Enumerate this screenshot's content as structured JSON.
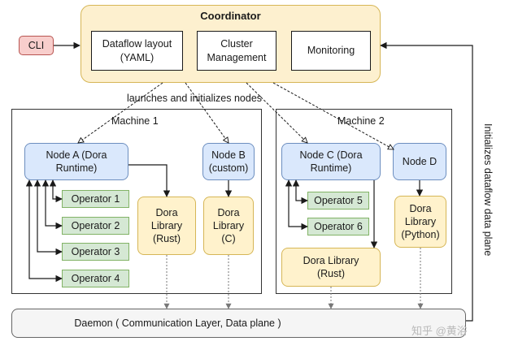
{
  "coordinator": {
    "title": "Coordinator",
    "dataflow_layout": "Dataflow layout (YAML)",
    "cluster_management": "Cluster Management",
    "monitoring": "Monitoring"
  },
  "cli": "CLI",
  "launch_label": "launches and initializes nodes",
  "side_label": "Initializes dataflow data plane",
  "machine1": {
    "label": "Machine 1",
    "node_a": "Node A (Dora Runtime)",
    "node_b": "Node B (custom)",
    "lib_rust": "Dora Library (Rust)",
    "lib_c": "Dora Library (C)",
    "operators": [
      "Operator 1",
      "Operator 2",
      "Operator 3",
      "Operator 4"
    ]
  },
  "machine2": {
    "label": "Machine 2",
    "node_c": "Node C (Dora Runtime)",
    "node_d": "Node D",
    "operators": [
      "Operator 5",
      "Operator 6"
    ],
    "lib_rust": "Dora Library (Rust)",
    "lib_python": "Dora Library (Python)"
  },
  "daemon": "Daemon ( Communication Layer, Data plane )",
  "watermark": "知乎 @黄浴",
  "colors": {
    "coordinator_fill": "#fdf0cf",
    "node_fill": "#dae8fc",
    "library_fill": "#fff2cc",
    "operator_fill": "#d5e8d4",
    "cli_fill": "#f8cecc",
    "daemon_fill": "#f5f5f5"
  }
}
